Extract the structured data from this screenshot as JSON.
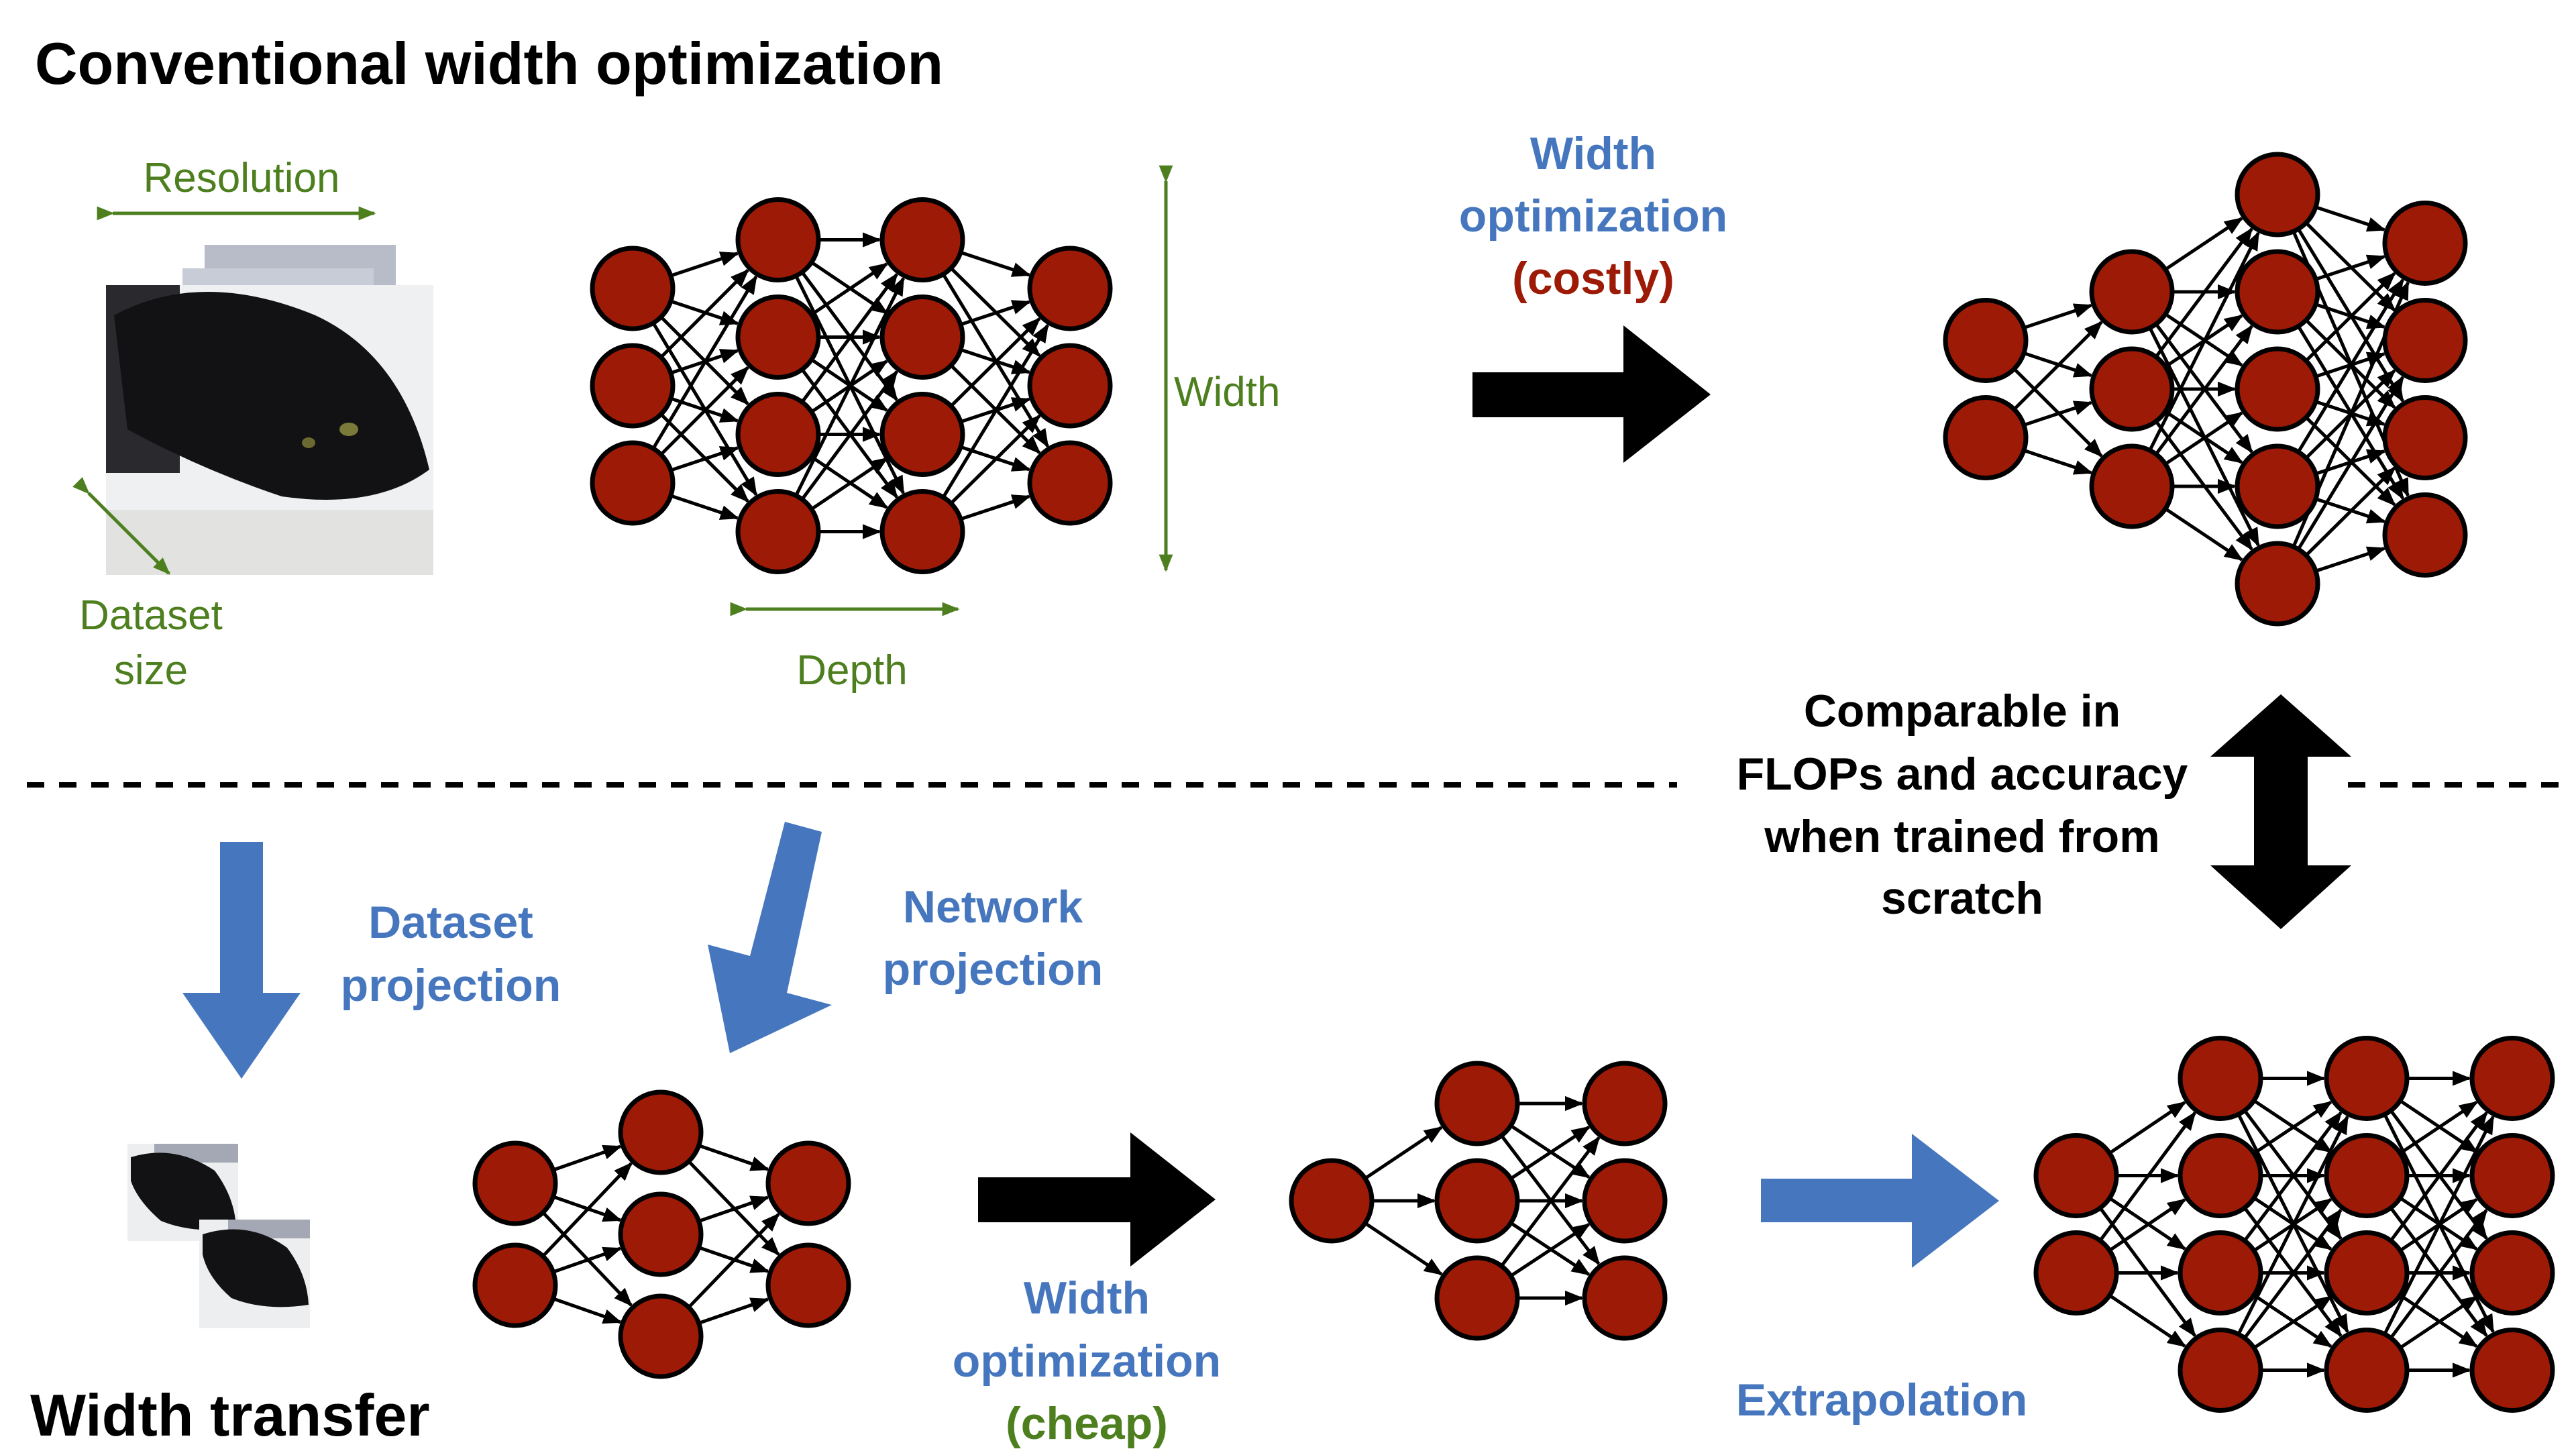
{
  "titles": {
    "top": "Conventional width optimization",
    "bottom": "Width transfer"
  },
  "dimension_labels": {
    "resolution": "Resolution",
    "dataset_size": [
      "Dataset",
      "size"
    ],
    "depth": "Depth",
    "width": "Width"
  },
  "steps": {
    "costly": [
      "Width",
      "optimization",
      "(costly)"
    ],
    "dataset_projection": [
      "Dataset",
      "projection"
    ],
    "network_projection": [
      "Network",
      "projection"
    ],
    "cheap": [
      "Width",
      "optimization",
      "(cheap)"
    ],
    "extrapolation": "Extrapolation",
    "comparison": [
      "Comparable in",
      "FLOPs and accuracy",
      "when trained from",
      "scratch"
    ]
  },
  "image_descriptions": {
    "dataset_images": "black-cat-photo",
    "projected_images": "small-black-cat-photo"
  },
  "networks": {
    "original": {
      "layer_sizes": [
        3,
        4,
        4,
        3
      ]
    },
    "optimized_costly": {
      "layer_sizes": [
        2,
        3,
        5,
        4
      ]
    },
    "projected": {
      "layer_sizes": [
        2,
        3,
        2
      ]
    },
    "optimized_cheap": {
      "layer_sizes": [
        1,
        3,
        3
      ]
    },
    "extrapolated": {
      "layer_sizes": [
        2,
        4,
        4,
        4
      ]
    }
  },
  "colors": {
    "node_fill": "#9d1a06",
    "node_stroke": "#000000",
    "blue": "#4677be",
    "green": "#4d7f1f",
    "red": "#9d1a06"
  }
}
